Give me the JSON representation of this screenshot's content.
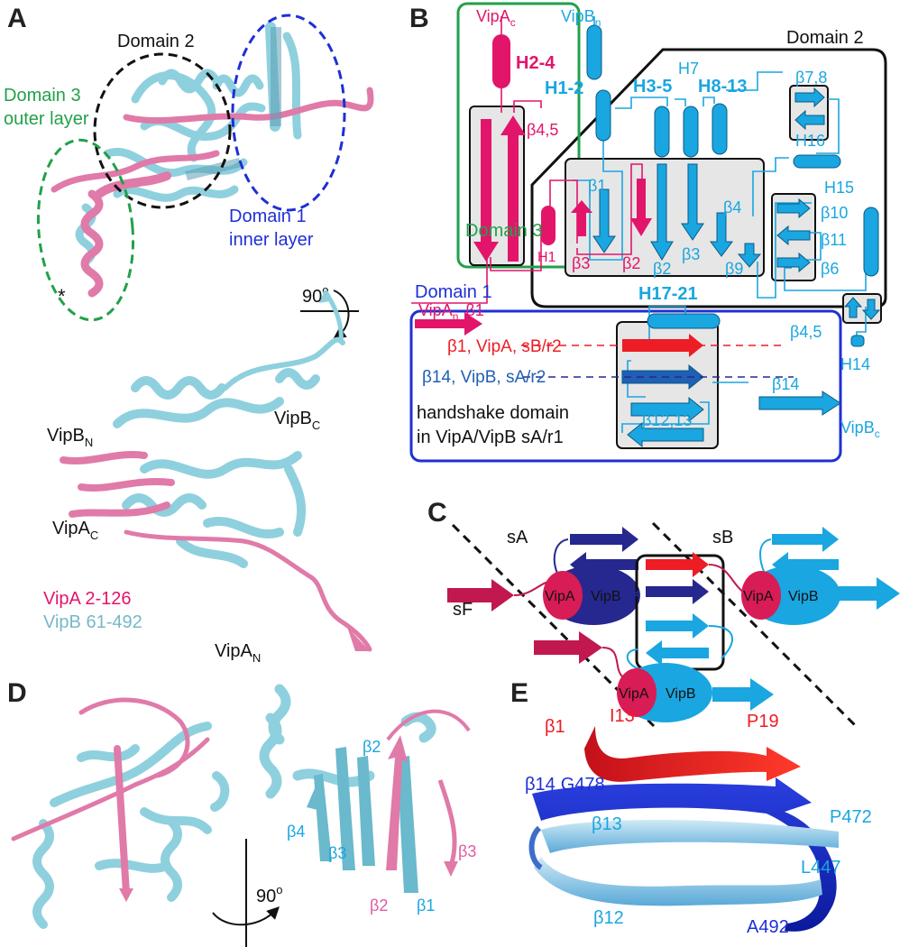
{
  "colors": {
    "vipa": "#e2156b",
    "vipb": "#1aa6e0",
    "vipa_ribbon": "#e07aa9",
    "vipb_ribbon": "#8fd0de",
    "domain1": "#1f2fd6",
    "domain3": "#22a04a",
    "domain2": "#111111",
    "red": "#ee1c25",
    "navy": "#26288f",
    "dark_blue": "#1f5fb5"
  },
  "panels": {
    "a": "A",
    "b": "B",
    "c": "C",
    "d": "D",
    "e": "E"
  },
  "panel_a": {
    "domain2": "Domain 2",
    "domain3_l1": "Domain 3",
    "domain3_l2": "outer layer",
    "domain1_l1": "Domain 1",
    "domain1_l2": "inner layer",
    "asterisk": "*",
    "rotation": "90",
    "rotation_sup": "o",
    "vipb_c": "VipB",
    "vipb_c_sub": "C",
    "vipb_n": "VipB",
    "vipb_n_sub": "N",
    "vipa_c": "VipA",
    "vipa_c_sub": "C",
    "vipa_n": "VipA",
    "vipa_n_sub": "N",
    "legend_vipa": "VipA 2-126",
    "legend_vipb": "VipB 61-492"
  },
  "panel_b": {
    "vipa_c": "VipA",
    "vipa_c_sub": "c",
    "vipb_n": "VipB",
    "vipb_n_sub": "n",
    "domain2": "Domain 2",
    "domain3": "Domain 3",
    "domain1": "Domain 1",
    "h2_4": "H2-4",
    "h1_2": "H1-2",
    "h3_5": "H3-5",
    "h8_13": "H8-13",
    "h7": "H7",
    "beta78": "β7,8",
    "beta45_a": "β4,5",
    "h16": "H16",
    "h15": "H15",
    "beta1_b": "β1",
    "beta4": "β4",
    "beta10": "β10",
    "beta11": "β11",
    "beta6": "β6",
    "beta9": "β9",
    "beta2_b": "β2",
    "beta3": "β3",
    "h1": "H1",
    "beta3_a": "β3",
    "beta2_a": "β2",
    "h17_21": "H17-21",
    "vipa_n": "VipA",
    "vipa_n_sub": "n",
    "vipa_beta1": "β1",
    "beta45_b": "β4,5",
    "h14": "H14",
    "strand_red": "β1, VipA, sB/r2",
    "strand_blue": "β14, VipB, sA/r2",
    "handshake_l1": "handshake domain",
    "handshake_l2": "in VipA/VipB sA/r1",
    "beta1213": "β12,13",
    "beta14": "β14",
    "vipb_c": "VipB",
    "vipb_c_sub": "c"
  },
  "panel_c": {
    "sa": "sA",
    "sb": "sB",
    "sf": "sF",
    "vipa": "VipA",
    "vipb": "VipB"
  },
  "panel_d": {
    "beta2": "β2",
    "beta4": "β4",
    "beta3": "β3",
    "beta2_pink": "β2",
    "beta1": "β1",
    "beta3_pink": "β3",
    "rotation": "90",
    "rotation_sup": "o"
  },
  "panel_e": {
    "beta1": "β1",
    "i13": "I13",
    "p19": "P19",
    "beta14": "β14",
    "g478": "G478",
    "p472": "P472",
    "beta13": "β13",
    "l447": "L447",
    "beta12": "β12",
    "a492": "A492"
  }
}
